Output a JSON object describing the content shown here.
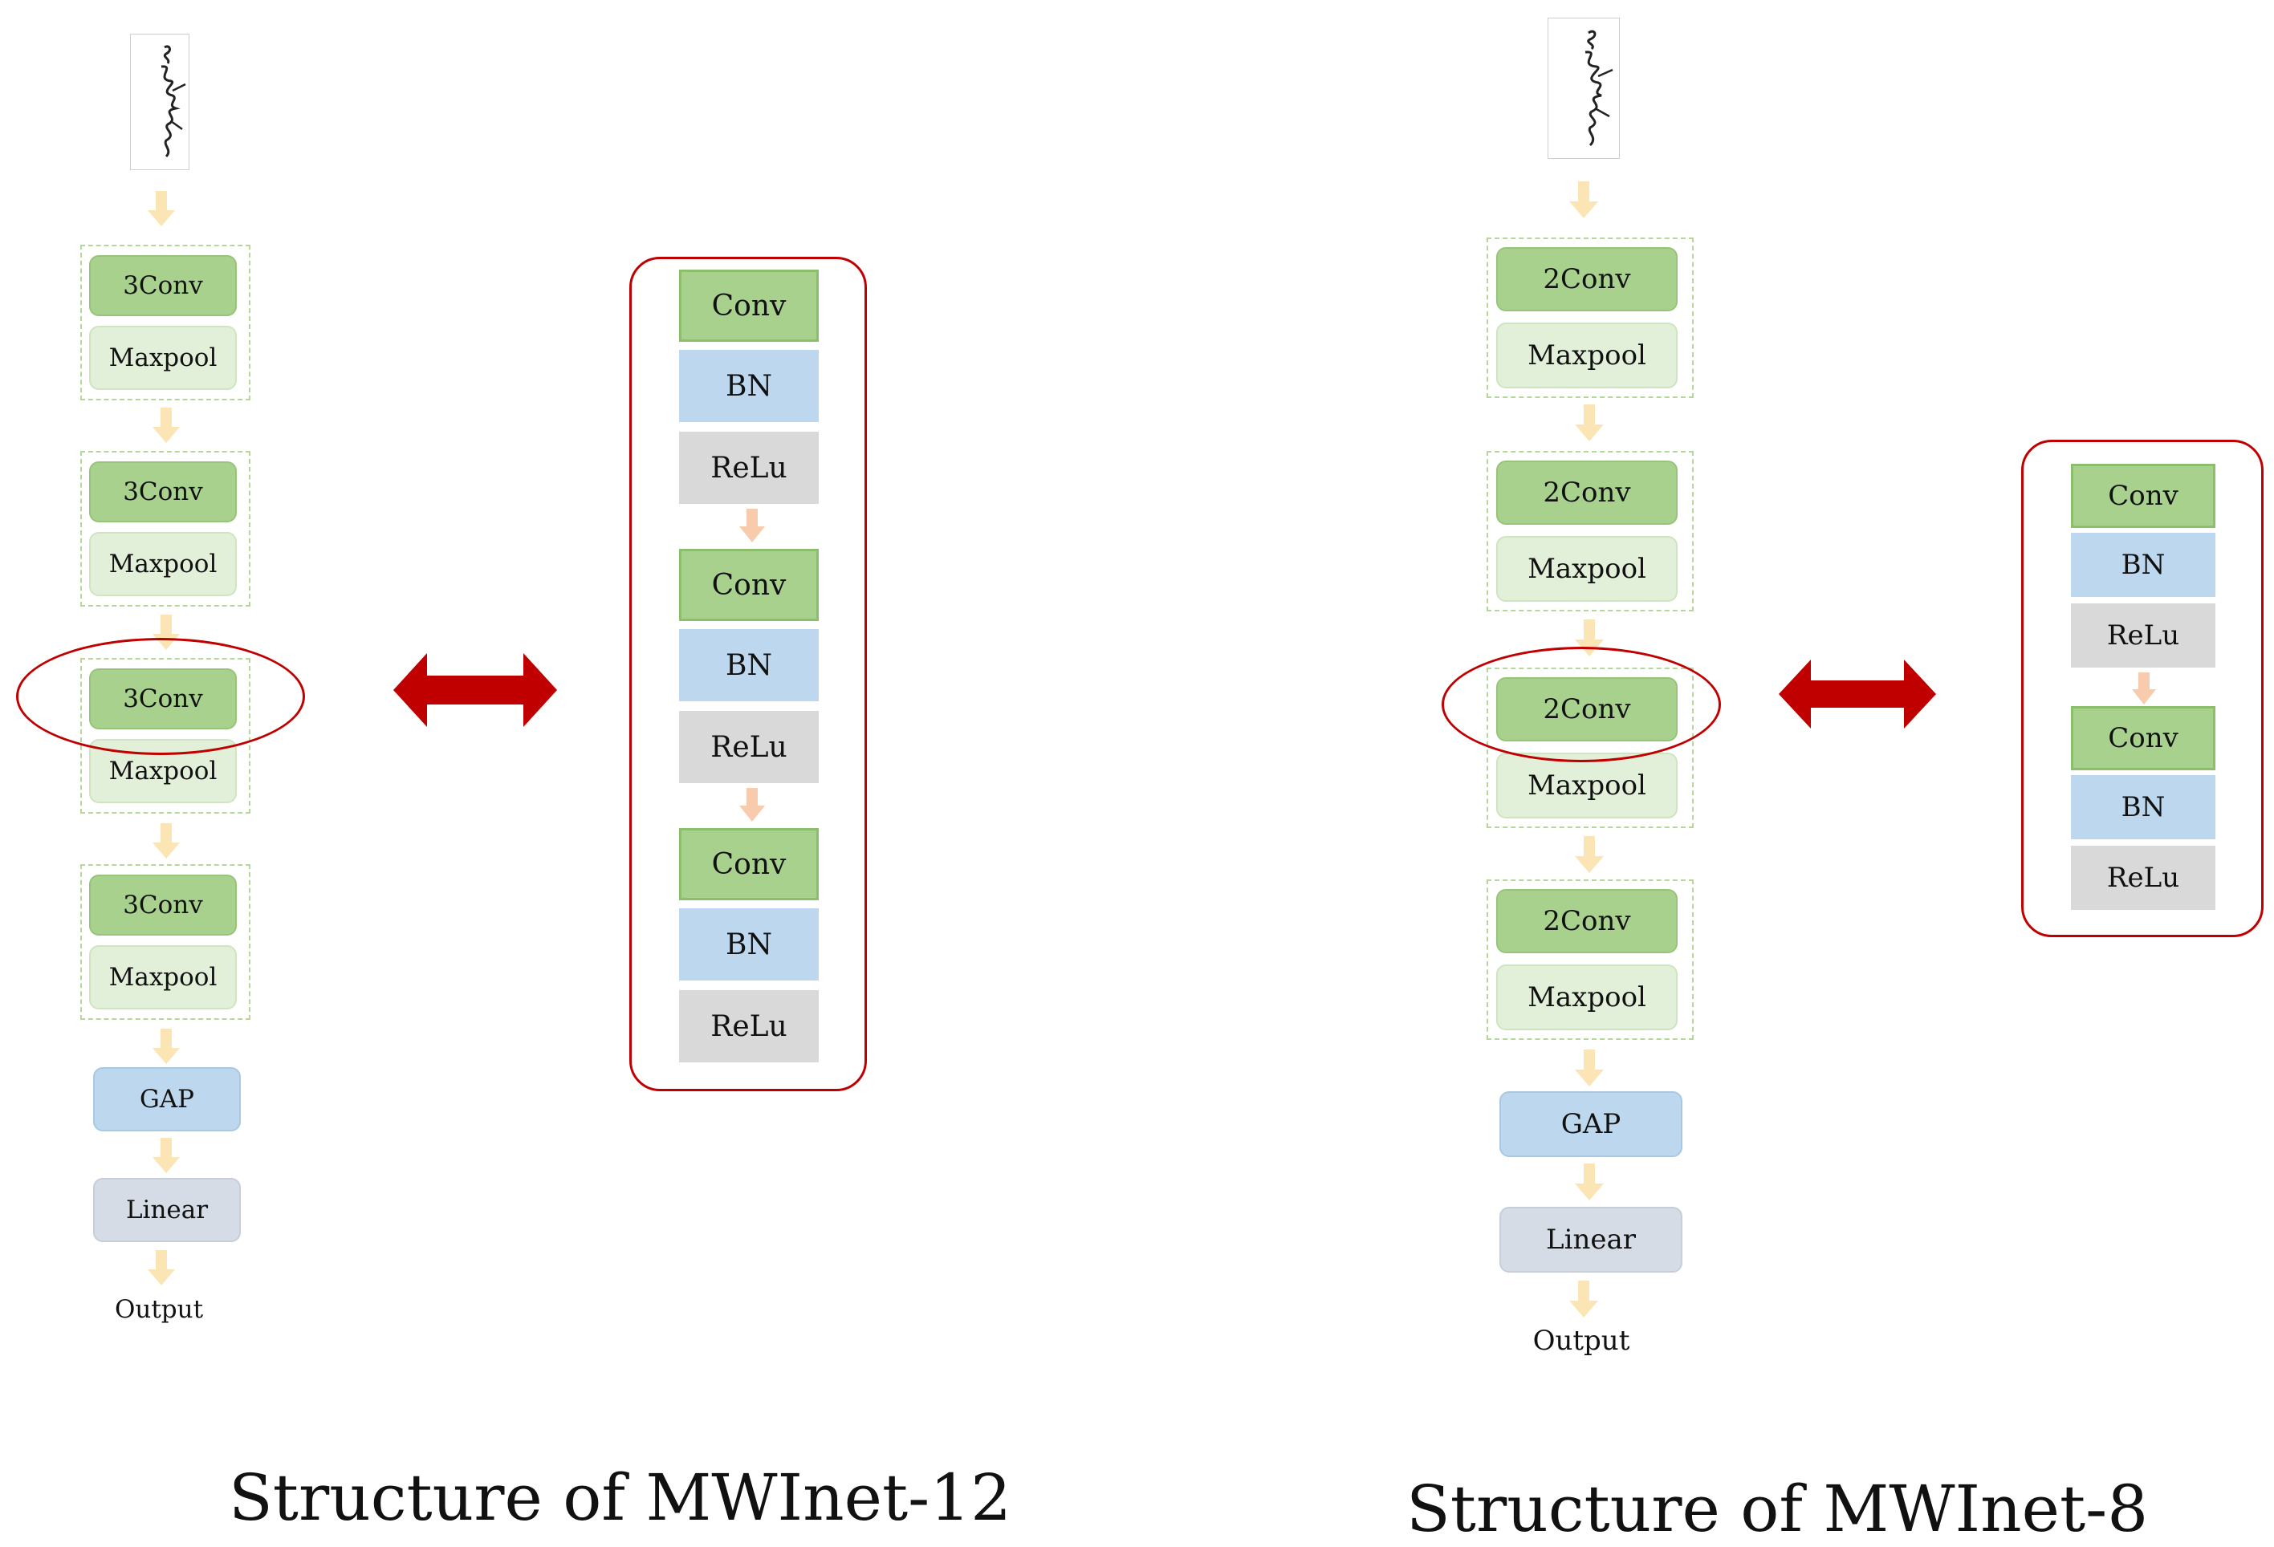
{
  "left": {
    "blocks": [
      {
        "conv": "3Conv",
        "pool": "Maxpool"
      },
      {
        "conv": "3Conv",
        "pool": "Maxpool"
      },
      {
        "conv": "3Conv",
        "pool": "Maxpool"
      },
      {
        "conv": "3Conv",
        "pool": "Maxpool"
      }
    ],
    "gap": "GAP",
    "linear": "Linear",
    "output": "Output",
    "detail": [
      {
        "conv": "Conv",
        "bn": "BN",
        "relu": "ReLu"
      },
      {
        "conv": "Conv",
        "bn": "BN",
        "relu": "ReLu"
      },
      {
        "conv": "Conv",
        "bn": "BN",
        "relu": "ReLu"
      }
    ],
    "caption": "Structure of MWInet-12"
  },
  "right": {
    "blocks": [
      {
        "conv": "2Conv",
        "pool": "Maxpool"
      },
      {
        "conv": "2Conv",
        "pool": "Maxpool"
      },
      {
        "conv": "2Conv",
        "pool": "Maxpool"
      },
      {
        "conv": "2Conv",
        "pool": "Maxpool"
      }
    ],
    "gap": "GAP",
    "linear": "Linear",
    "output": "Output",
    "detail": [
      {
        "conv": "Conv",
        "bn": "BN",
        "relu": "ReLu"
      },
      {
        "conv": "Conv",
        "bn": "BN",
        "relu": "ReLu"
      }
    ],
    "caption": "Structure of MWInet-8"
  },
  "colors": {
    "conv": "#a9d18e",
    "maxpool": "#e2efd9",
    "bn": "#bdd7ee",
    "relu": "#d9d9d9",
    "linear": "#d6dce5",
    "highlight": "#c00000",
    "flow_arrow": "#fbe5b4",
    "detail_arrow": "#f8cbad"
  }
}
